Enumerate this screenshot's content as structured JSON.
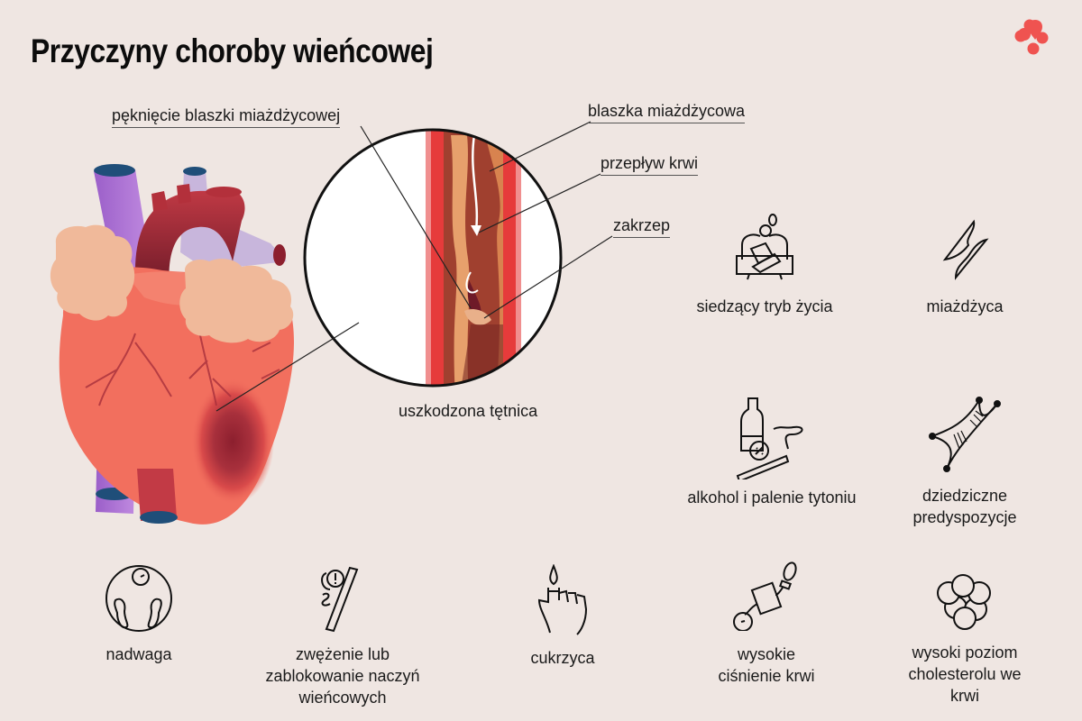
{
  "header": {
    "title": "Przyczyny choroby wieńcowej",
    "logo_icon": "four-petal-logo-icon",
    "accent_color": "#ef5350"
  },
  "diagram": {
    "labels": {
      "plaque_rupture": "pęknięcie blaszki miażdżycowej",
      "plaque": "blaszka miażdżycowa",
      "blood_flow": "przepływ krwi",
      "clot": "zakrzep",
      "damaged_artery": "uszkodzona tętnica"
    },
    "colors": {
      "heart": "#f26f5e",
      "aorta": "#a5253b",
      "vein": "#b47ad6",
      "vessel_cap": "#1f4e79",
      "fat": "#f0b99a",
      "infarct": "#9b2335",
      "artery_wall": "#e63b3b"
    }
  },
  "causes": [
    {
      "id": "sedentary",
      "icon": "person-on-couch-icon",
      "label": "siedzący tryb życia"
    },
    {
      "id": "atherosclerosis",
      "icon": "narrowed-vessel-icon",
      "label": "miażdżyca"
    },
    {
      "id": "alcohol-smoking",
      "icon": "bottle-cigarette-icon",
      "label": "alkohol i palenie tytoniu"
    },
    {
      "id": "hereditary",
      "icon": "dna-icon",
      "label": "dziedziczne\npredyspozycje"
    },
    {
      "id": "overweight",
      "icon": "scale-feet-icon",
      "label": "nadwaga"
    },
    {
      "id": "narrowing",
      "icon": "blocked-vessel-warning-icon",
      "label": "zwężenie lub\nzablokowanie naczyń\nwieńcowych"
    },
    {
      "id": "diabetes",
      "icon": "finger-blood-drop-icon",
      "label": "cukrzyca"
    },
    {
      "id": "hypertension",
      "icon": "blood-pressure-cuff-icon",
      "label": "wysokie\nciśnienie krwi"
    },
    {
      "id": "cholesterol",
      "icon": "fat-cells-icon",
      "label": "wysoki poziom\ncholesterolu we\nkrwi"
    }
  ]
}
